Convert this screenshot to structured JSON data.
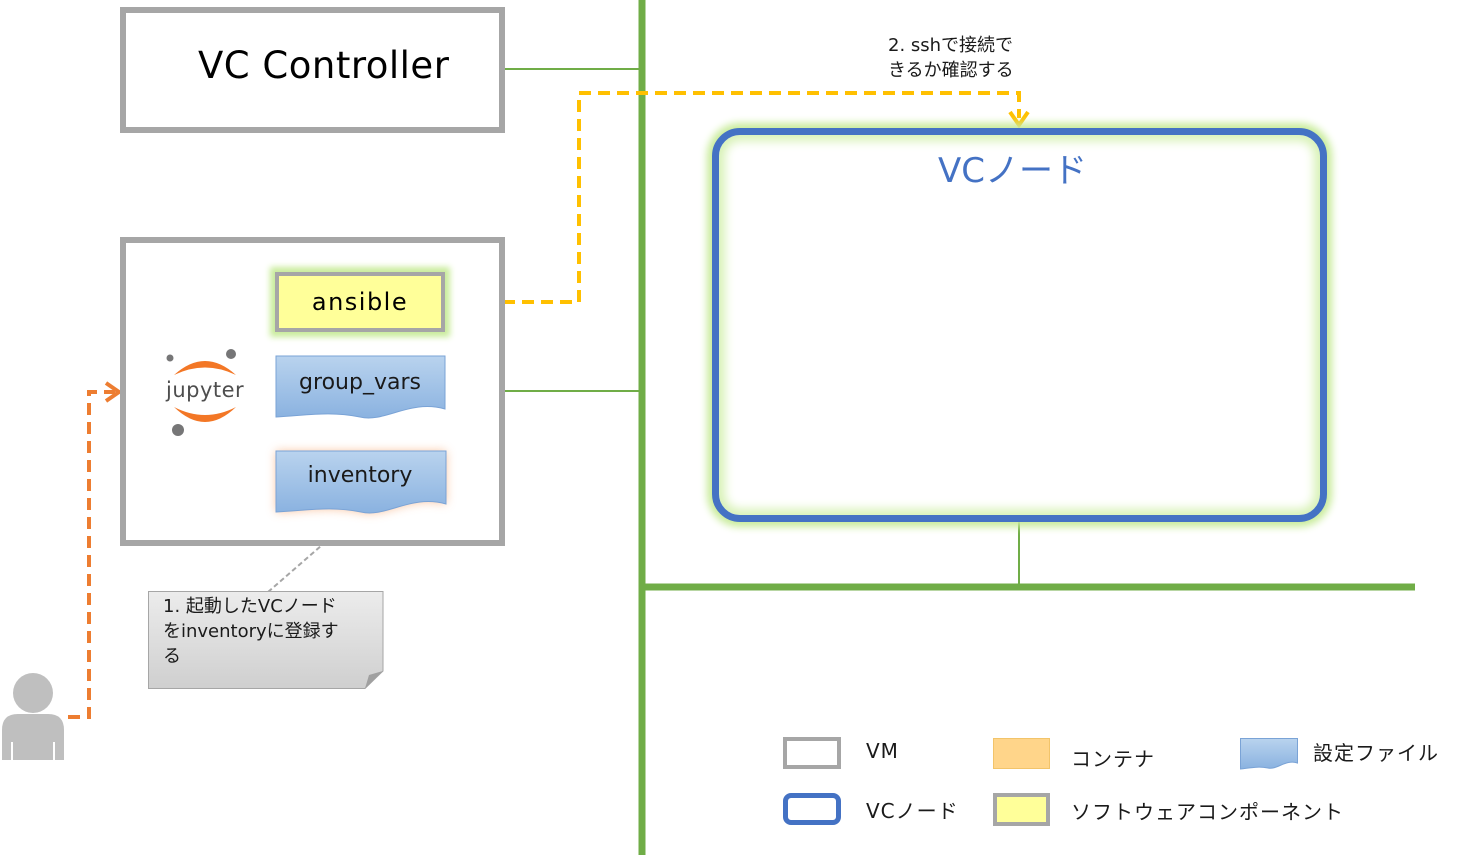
{
  "vc_controller": {
    "label": "VC Controller"
  },
  "jupyter": {
    "logo_text": "jupyter"
  },
  "components": {
    "ansible": "ansible",
    "group_vars": "group_vars",
    "inventory": "inventory"
  },
  "vc_node": {
    "label": "VCノード"
  },
  "notes": {
    "step1": [
      "1. 起動したVCノード",
      "をinventoryに登録す",
      "る"
    ],
    "step2": [
      "2. sshで接続で",
      "きるか確認する"
    ]
  },
  "legend": {
    "vm": "VM",
    "container": "コンテナ",
    "config_file": "設定ファイル",
    "vc_node": "VCノード",
    "software_component": "ソフトウェアコンポーネント"
  },
  "colors": {
    "vm_border": "#a6a6a6",
    "vc_node_border": "#4472c4",
    "network": "#70ad47",
    "ssh_arrow": "#ffc000",
    "user_arrow": "#ed7d31",
    "file_fill": "#9dc3e6",
    "software_fill": "#ffff99",
    "container_fill": "#ffd58a",
    "glow_green": "#c9ec9b",
    "glow_orange": "#f8cbad"
  },
  "icons": [
    "user-icon",
    "jupyter-logo-icon",
    "file-shape-icon"
  ]
}
